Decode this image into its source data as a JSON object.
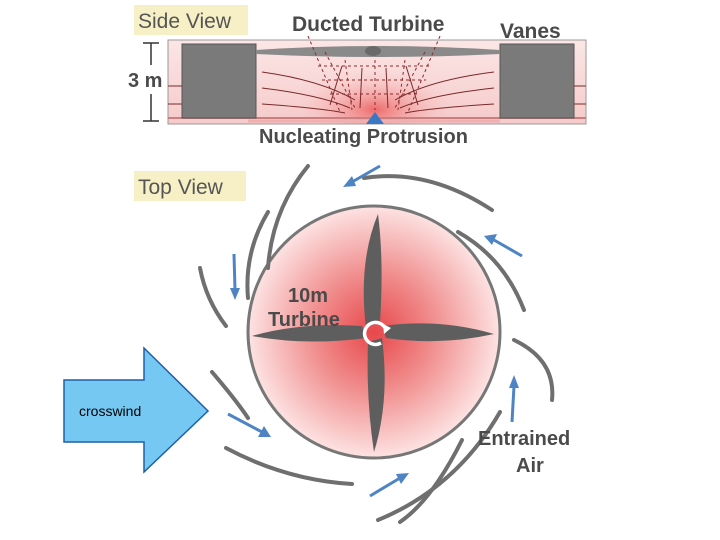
{
  "side_view": {
    "tag": "Side View",
    "title": "Ducted Turbine",
    "vanes_label": "Vanes",
    "height_label": "3 m",
    "protrusion_label": "Nucleating Protrusion"
  },
  "top_view": {
    "tag": "Top View",
    "turbine_line1": "10m",
    "turbine_line2": "Turbine",
    "entrained_line1": "Entrained",
    "entrained_line2": "Air"
  },
  "crosswind": {
    "label": "crosswind"
  },
  "colors": {
    "arrow": "#4f84c4",
    "crosswind_fill": "#74c8f2",
    "crosswind_stroke": "#1f5fa8",
    "vane": "#6f6f6f",
    "glow": "#e8474a",
    "tag_bg": "#f7f0c6"
  }
}
